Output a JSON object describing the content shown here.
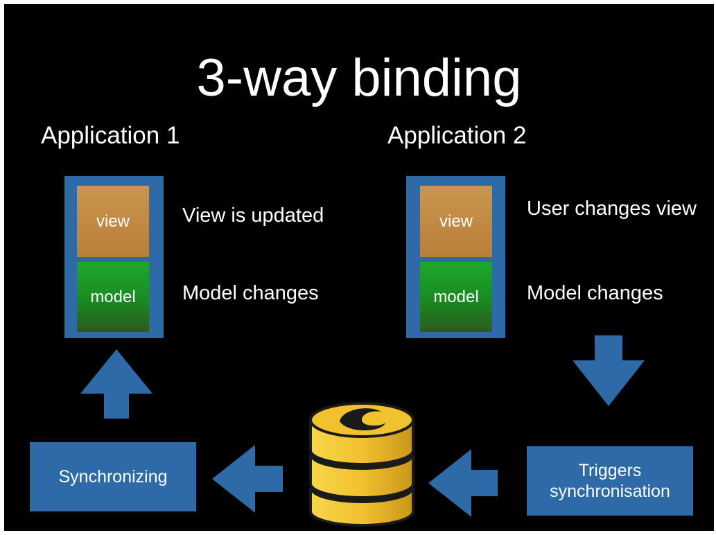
{
  "title": "3-way binding",
  "colors": {
    "background": "#000000",
    "blue": "#2d6aa6",
    "view_orange": "#c99650",
    "model_green": "#1ea82c",
    "database_yellow": "#f2c12e",
    "text": "#ffffff"
  },
  "application1": {
    "label": "Application 1",
    "view_label": "view",
    "model_label": "model",
    "view_note": "View is updated",
    "model_note": "Model changes"
  },
  "application2": {
    "label": "Application 2",
    "view_label": "view",
    "model_label": "model",
    "view_note": "User changes view",
    "model_note": "Model changes"
  },
  "flow": {
    "synchronizing_label": "Synchronizing",
    "triggers_label_line1": "Triggers",
    "triggers_label_line2": "synchronisation"
  },
  "icons": {
    "database": "database-icon",
    "arrow_up": "arrow-up-icon",
    "arrow_down": "arrow-down-icon",
    "arrow_left": "arrow-left-icon"
  }
}
